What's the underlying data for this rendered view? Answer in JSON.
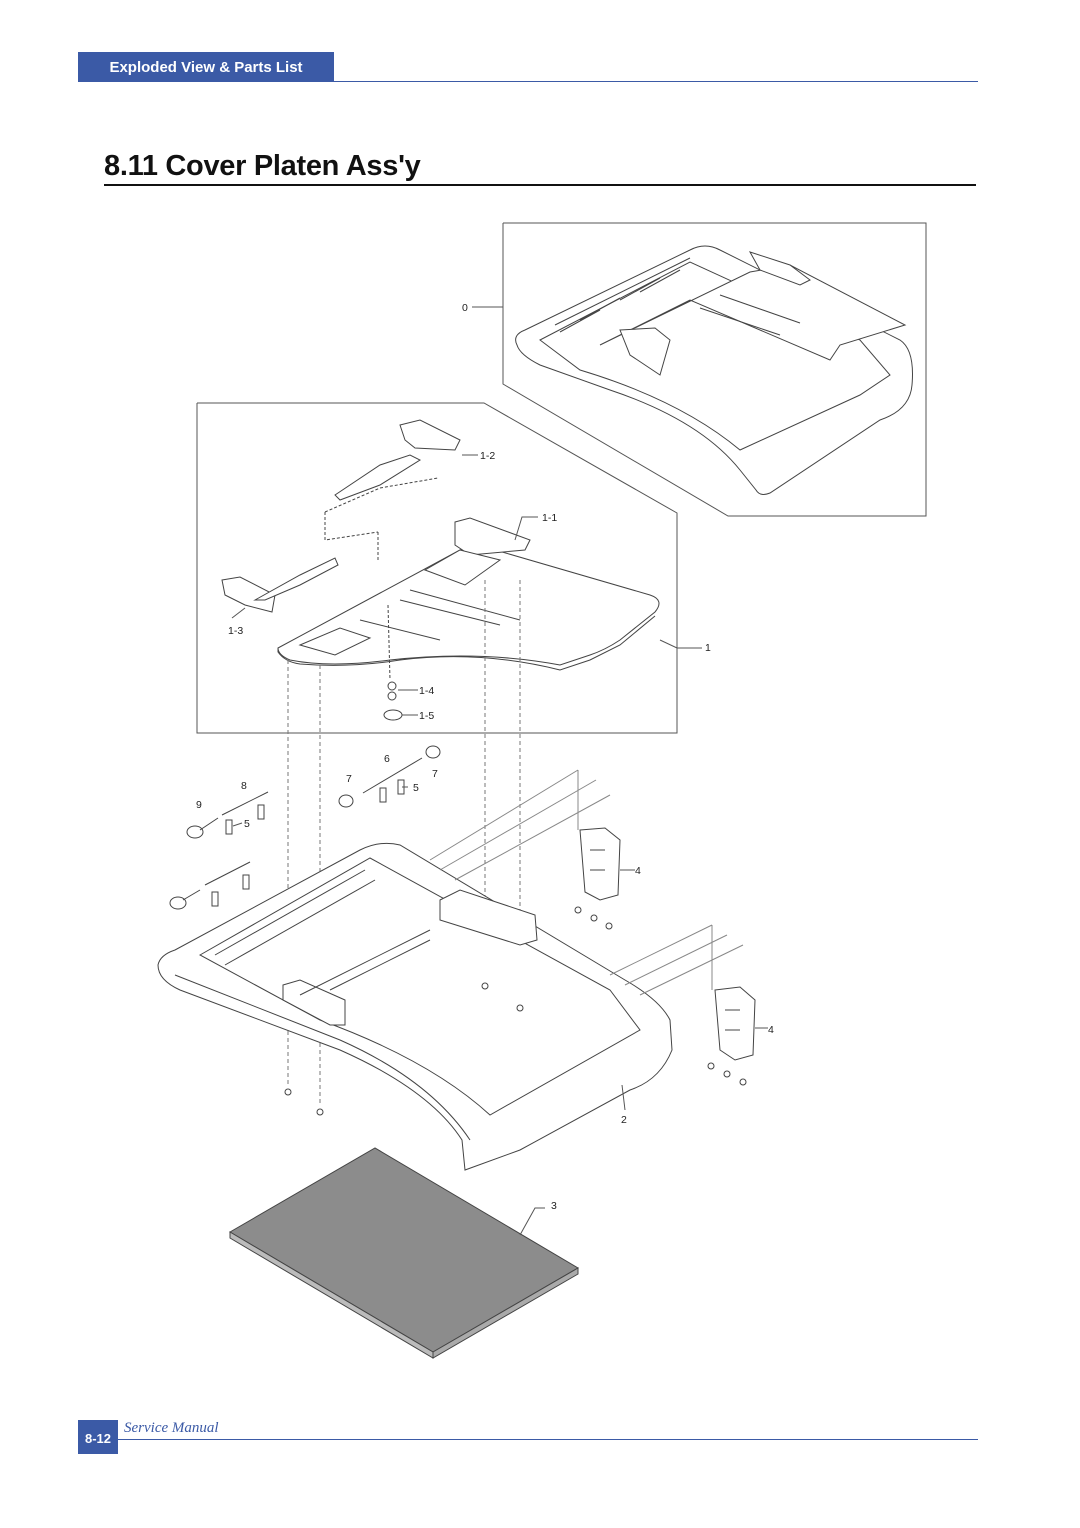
{
  "header": {
    "section_tab": "Exploded View & Parts List"
  },
  "page": {
    "title": "8.11  Cover Platen Ass'y"
  },
  "diagram": {
    "labels": {
      "p0": "0",
      "p1": "1",
      "p1_1": "1-1",
      "p1_2": "1-2",
      "p1_3": "1-3",
      "p1_4": "1-4",
      "p1_5": "1-5",
      "p2": "2",
      "p3": "3",
      "p4a": "4",
      "p4b": "4",
      "p5a": "5",
      "p5b": "5",
      "p6": "6",
      "p7a": "7",
      "p7b": "7",
      "p8": "8",
      "p9": "9"
    }
  },
  "footer": {
    "page_number": "8-12",
    "manual_name": "Service Manual"
  }
}
